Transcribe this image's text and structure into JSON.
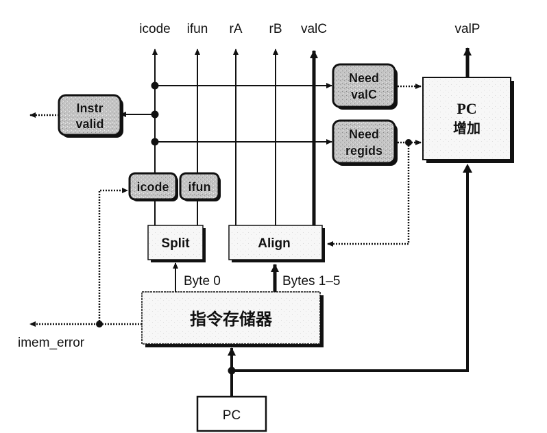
{
  "outputs": {
    "icode": "icode",
    "ifun": "ifun",
    "rA": "rA",
    "rB": "rB",
    "valC": "valC",
    "valP": "valP"
  },
  "blocks": {
    "instr_valid": [
      "Instr",
      "valid"
    ],
    "need_valC": [
      "Need",
      "valC"
    ],
    "need_regids": [
      "Need",
      "regids"
    ],
    "icode_ctrl": "icode",
    "ifun_ctrl": "ifun",
    "split": "Split",
    "align": "Align",
    "pc_increment": [
      "PC",
      "增加"
    ],
    "instruction_memory": "指令存储器",
    "pc": "PC"
  },
  "signals": {
    "byte0": "Byte 0",
    "bytes1_5": "Bytes 1–5",
    "imem_error": "imem_error"
  },
  "colors": {
    "line": "#111111",
    "shaded_fill": "#bdbdbd",
    "box_fill": "#f6f6f6"
  }
}
